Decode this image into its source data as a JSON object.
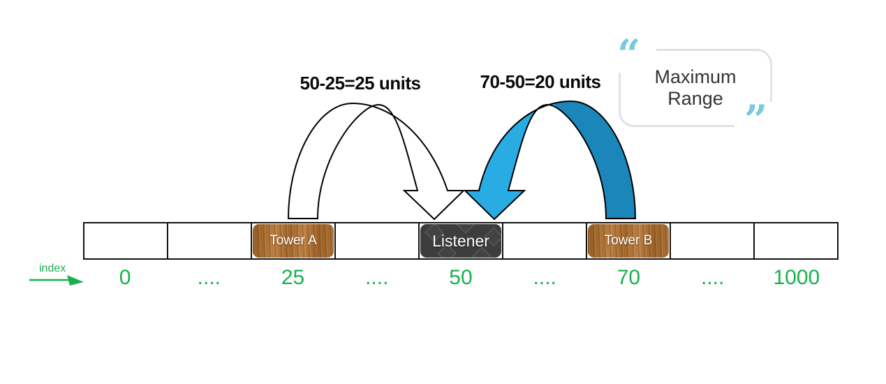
{
  "annotations": {
    "left_arc_label": "50-25=25 units",
    "right_arc_label": "70-50=20 units"
  },
  "callout": {
    "line1": "Maximum",
    "line2": "Range",
    "open_quote": "“",
    "close_quote": "”"
  },
  "array": {
    "tower_a_label": "Tower A",
    "listener_label": "Listener",
    "tower_b_label": "Tower B",
    "index_labels": [
      "0",
      "....",
      "25",
      "....",
      "50",
      "....",
      "70",
      "....",
      "1000"
    ]
  },
  "axis": {
    "caption": "index"
  },
  "colors": {
    "index_green": "#17b14e",
    "arrow_blue_light": "#29ace4",
    "arrow_blue_dark": "#1a86ba",
    "white_arrow_fill": "#ffffff",
    "outline_black": "#000000",
    "quote_teal": "#7acadd",
    "callout_border": "#dfe3e6",
    "tower_wood_brown": "#a96e32",
    "listener_dark": "#3d3d3d"
  }
}
